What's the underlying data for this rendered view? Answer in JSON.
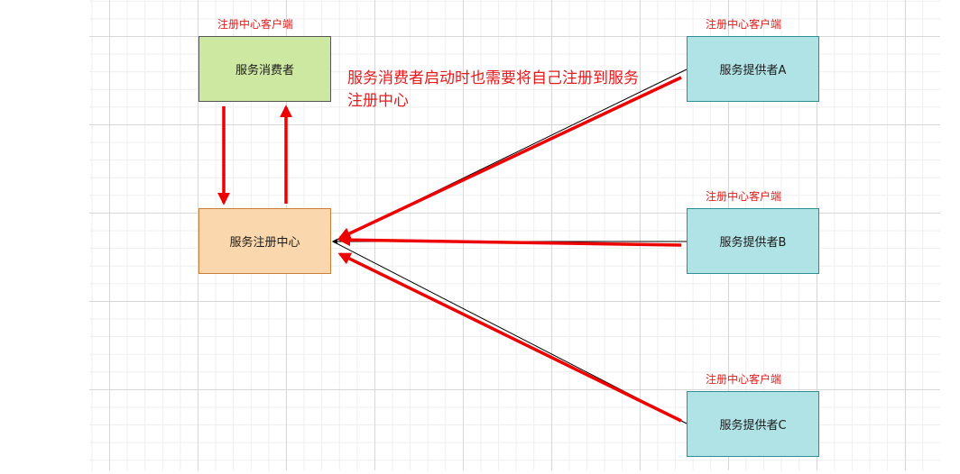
{
  "nodes": {
    "consumer": "服务消费者",
    "registry": "服务注册中心",
    "provider_a": "服务提供者A",
    "provider_b": "服务提供者B",
    "provider_c": "服务提供者C"
  },
  "tags": {
    "consumer": "注册中心客户端",
    "provider_a": "注册中心客户端",
    "provider_b": "注册中心客户端",
    "provider_c": "注册中心客户端"
  },
  "note": "服务消费者启动时也需要将自己注册到服务注册中心",
  "colors": {
    "arrow": "#ee0000",
    "consumer_fill": "#cde8a0",
    "registry_fill": "#fad7ac",
    "provider_fill": "#b0e3e6",
    "tag_text": "#e01b1b"
  }
}
